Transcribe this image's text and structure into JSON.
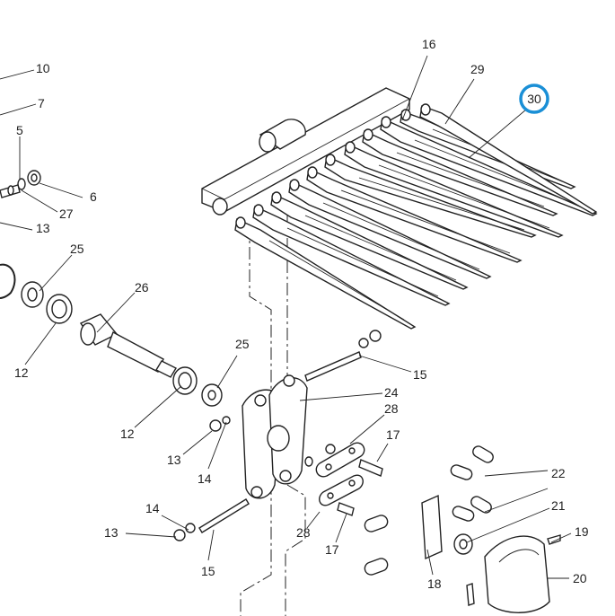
{
  "highlight": {
    "label": "30",
    "color": "#1a8fd6"
  },
  "callouts": {
    "c10": "10",
    "c7": "7",
    "c5": "5",
    "c6": "6",
    "c27": "27",
    "c13a": "13",
    "c25a": "25",
    "c12a": "12",
    "c26": "26",
    "c16": "16",
    "c29": "29",
    "c25b": "25",
    "c15a": "15",
    "c24": "24",
    "c28a": "28",
    "c12b": "12",
    "c13b": "13",
    "c14a": "14",
    "c17a": "17",
    "c22": "22",
    "c21": "21",
    "c19": "19",
    "c14b": "14",
    "c13c": "13",
    "c15b": "15",
    "c28b": "28",
    "c17b": "17",
    "c18": "18",
    "c20": "20"
  }
}
